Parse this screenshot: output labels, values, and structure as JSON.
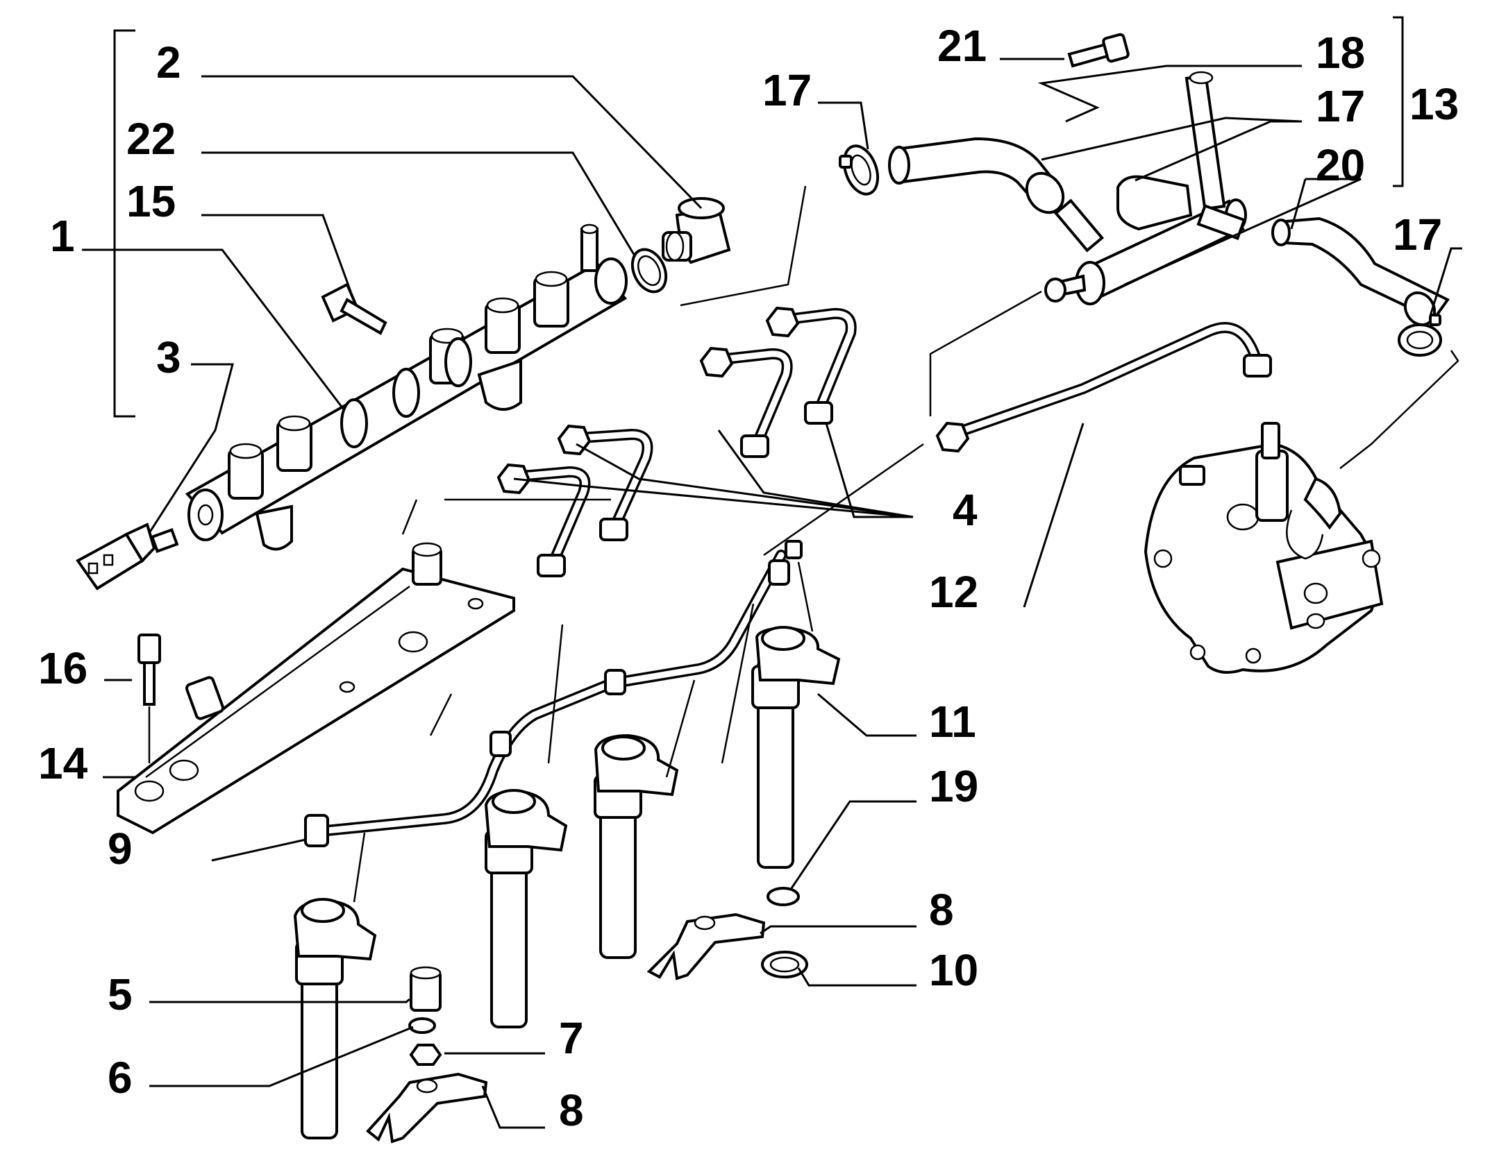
{
  "diagram": {
    "callouts": [
      {
        "id": "c1",
        "label": "1"
      },
      {
        "id": "c2",
        "label": "2"
      },
      {
        "id": "c3",
        "label": "3"
      },
      {
        "id": "c4",
        "label": "4"
      },
      {
        "id": "c5",
        "label": "5"
      },
      {
        "id": "c6",
        "label": "6"
      },
      {
        "id": "c7",
        "label": "7"
      },
      {
        "id": "c8a",
        "label": "8"
      },
      {
        "id": "c8b",
        "label": "8"
      },
      {
        "id": "c9",
        "label": "9"
      },
      {
        "id": "c10",
        "label": "10"
      },
      {
        "id": "c11",
        "label": "11"
      },
      {
        "id": "c12",
        "label": "12"
      },
      {
        "id": "c13",
        "label": "13"
      },
      {
        "id": "c14",
        "label": "14"
      },
      {
        "id": "c15",
        "label": "15"
      },
      {
        "id": "c16",
        "label": "16"
      },
      {
        "id": "c17a",
        "label": "17"
      },
      {
        "id": "c17b",
        "label": "17"
      },
      {
        "id": "c17c",
        "label": "17"
      },
      {
        "id": "c18",
        "label": "18"
      },
      {
        "id": "c19",
        "label": "19"
      },
      {
        "id": "c20",
        "label": "20"
      },
      {
        "id": "c21",
        "label": "21"
      },
      {
        "id": "c22",
        "label": "22"
      }
    ],
    "parts": [
      "fuel-rail",
      "rail-plug",
      "pressure-sensor",
      "injector-pipe",
      "injector",
      "sleeve",
      "washer",
      "nut",
      "clamp",
      "leak-off-pipe",
      "seal-washer",
      "high-pressure-pipe",
      "return-assembly",
      "cover",
      "bolt",
      "hose-clip",
      "hose",
      "o-ring",
      "high-pressure-pump"
    ]
  }
}
